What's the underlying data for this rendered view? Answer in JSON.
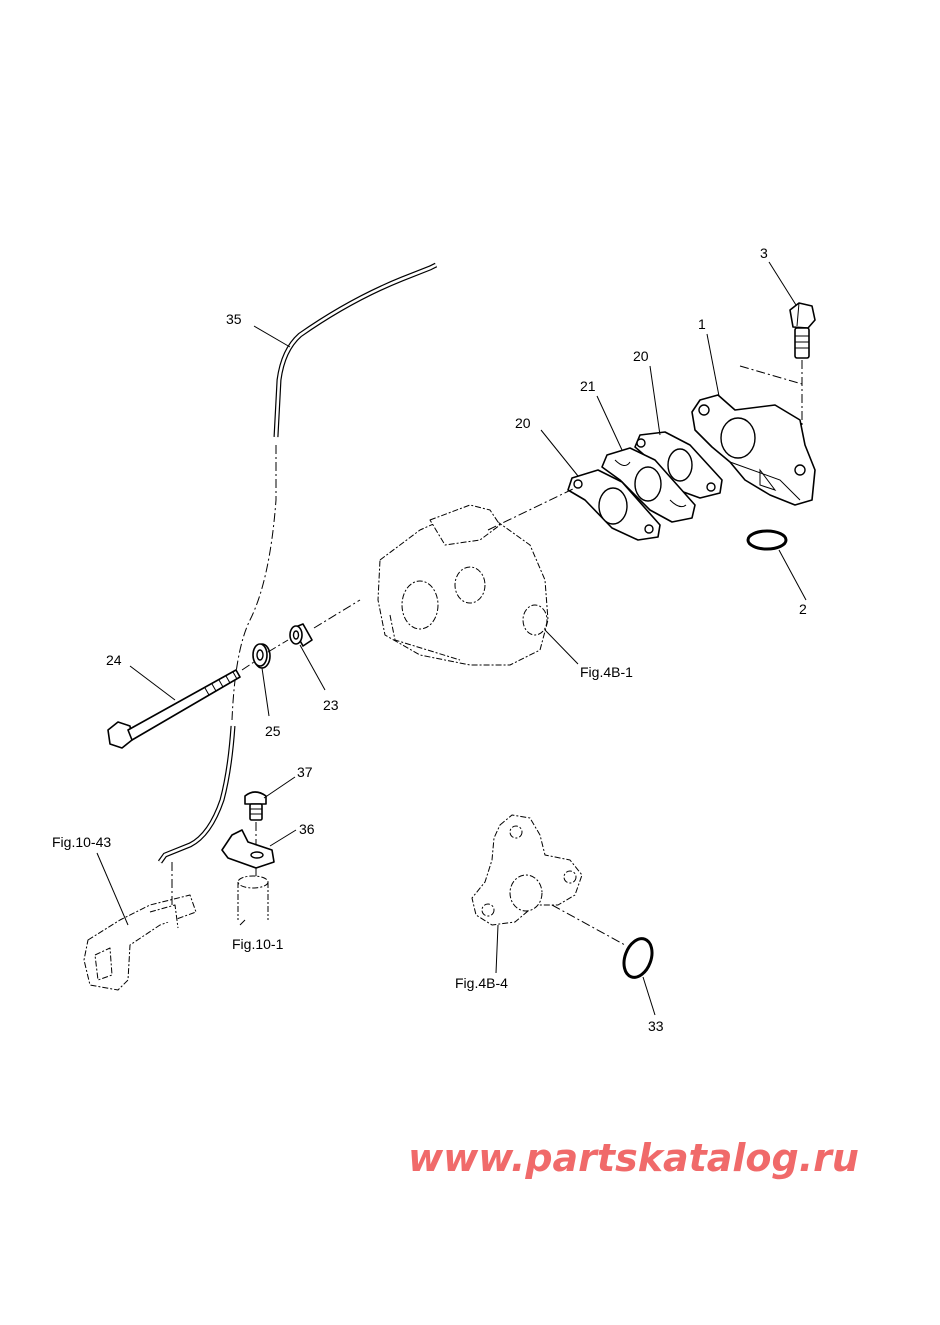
{
  "callouts": {
    "p1": "1",
    "p2": "2",
    "p3": "3",
    "p20a": "20",
    "p20b": "20",
    "p21": "21",
    "p23": "23",
    "p24": "24",
    "p25": "25",
    "p33": "33",
    "p35": "35",
    "p36": "36",
    "p37": "37"
  },
  "references": {
    "fig_4b_1": "Fig.4B-1",
    "fig_4b_4": "Fig.4B-4",
    "fig_10_43": "Fig.10-43",
    "fig_10_1": "Fig.10-1"
  },
  "watermark": "www.partskatalog.ru",
  "colors": {
    "watermark": "#f06a6a",
    "line": "#000000",
    "background": "#ffffff"
  }
}
